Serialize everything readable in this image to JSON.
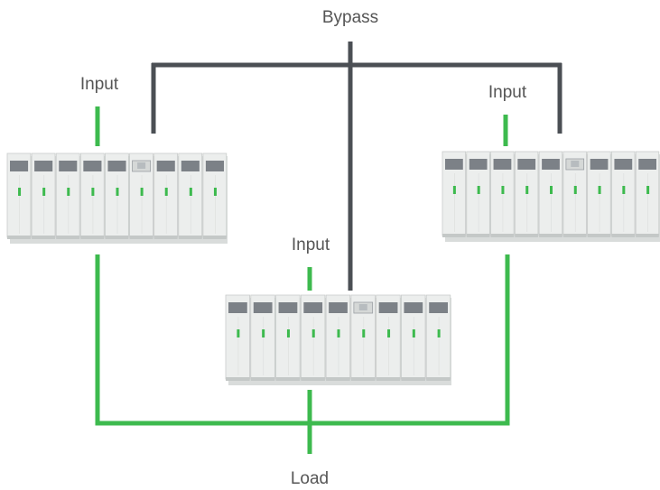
{
  "labels": {
    "bypass": "Bypass",
    "input_left": "Input",
    "input_center": "Input",
    "input_right": "Input",
    "load": "Load"
  },
  "colors": {
    "bypass_line": "#4b4f54",
    "power_line": "#3dba4e",
    "text": "#555555",
    "cabinet_body": "#eceeed",
    "cabinet_shadow": "#c9cccb",
    "cabinet_panel": "#7c8187",
    "handle": "#3dba4e"
  },
  "units": [
    {
      "name": "ups-unit-left",
      "cabinets": 9,
      "display_index": 5
    },
    {
      "name": "ups-unit-center",
      "cabinets": 9,
      "display_index": 5
    },
    {
      "name": "ups-unit-right",
      "cabinets": 9,
      "display_index": 5
    }
  ]
}
